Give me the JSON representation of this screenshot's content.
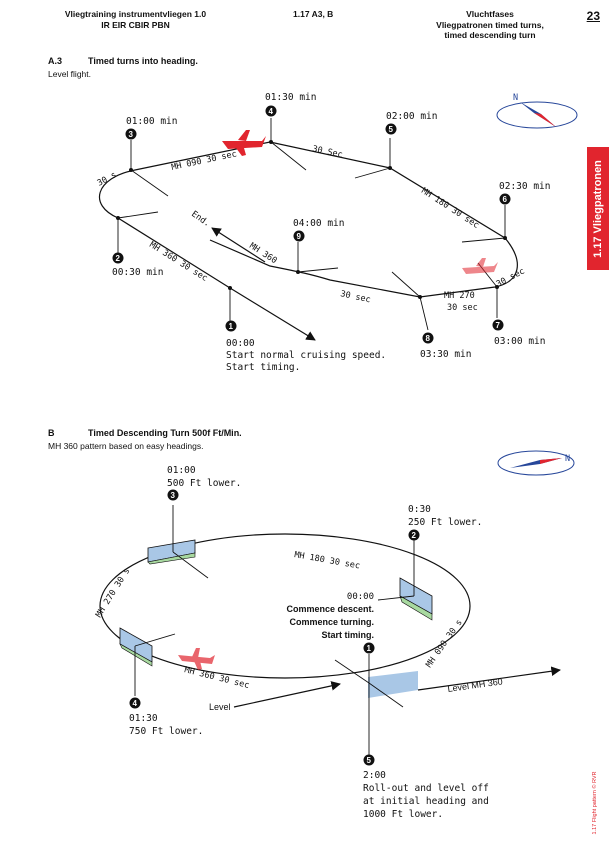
{
  "header": {
    "left_line1": "Vliegtraining instrumentvliegen 1.0",
    "left_line2": "IR EIR CBIR PBN",
    "center": "1.17 A3, B",
    "right_line1": "Vluchtfases",
    "right_line2": "Vliegpatronen timed turns,",
    "right_line3": "timed descending turn",
    "page_number": "23"
  },
  "side_tab": "1.17 Vliegpatronen",
  "credit": "1.17 Flight pattern © RVR",
  "section_a": {
    "code": "A.3",
    "title": "Timed turns into heading.",
    "subtitle": "Level flight.",
    "compass_n": "N",
    "legs": {
      "mh090": "MH 090 30 sec",
      "mh180": "MH 180 30 sec",
      "mh270a": "MH 270",
      "mh270b": "30 sec",
      "mh360a": "MH 360 30 sec",
      "mh360b": "MH 360",
      "end": "End.",
      "s30_a": "30 s",
      "s30_b": "30 Sec",
      "s30_c": "30 sec",
      "s30_d": "30 sec"
    },
    "points": [
      {
        "n": "1",
        "time": "00:00",
        "note1": "Start normal cruising speed.",
        "note2": "Start timing."
      },
      {
        "n": "2",
        "time": "00:30 min"
      },
      {
        "n": "3",
        "time": "01:00 min"
      },
      {
        "n": "4",
        "time": "01:30 min"
      },
      {
        "n": "5",
        "time": "02:00 min"
      },
      {
        "n": "6",
        "time": "02:30 min"
      },
      {
        "n": "7",
        "time": "03:00 min"
      },
      {
        "n": "8",
        "time": "03:30 min"
      },
      {
        "n": "9",
        "time": "04:00 min"
      }
    ]
  },
  "section_b": {
    "code": "B",
    "title": "Timed Descending Turn 500f Ft/Min.",
    "subtitle": "MH 360 pattern based on easy headings.",
    "compass_n": "N",
    "legs": {
      "mh180": "MH 180 30 sec",
      "mh270": "MH 270 30 s",
      "mh360": "MH 360 30 sec",
      "mh090": "MH 090 30 s",
      "level_left": "Level",
      "level_right": "Level MH 360"
    },
    "points": [
      {
        "n": "1",
        "line1": "00:00",
        "line2": "Commence descent.",
        "line3": "Commence turning.",
        "line4": "Start timing."
      },
      {
        "n": "2",
        "line1": "0:30",
        "line2": "250 Ft lower."
      },
      {
        "n": "3",
        "line1": "01:00",
        "line2": "500 Ft lower."
      },
      {
        "n": "4",
        "line1": "01:30",
        "line2": "750 Ft lower."
      },
      {
        "n": "5",
        "line1": "2:00",
        "line2": "Roll-out and level off",
        "line3": "at initial heading and",
        "line4": "1000 Ft lower."
      }
    ]
  },
  "colors": {
    "accent_red": "#e1252e",
    "compass_blue": "#27479a",
    "plate_blue": "#a9c7e6",
    "plate_green": "#a8d9a0"
  }
}
